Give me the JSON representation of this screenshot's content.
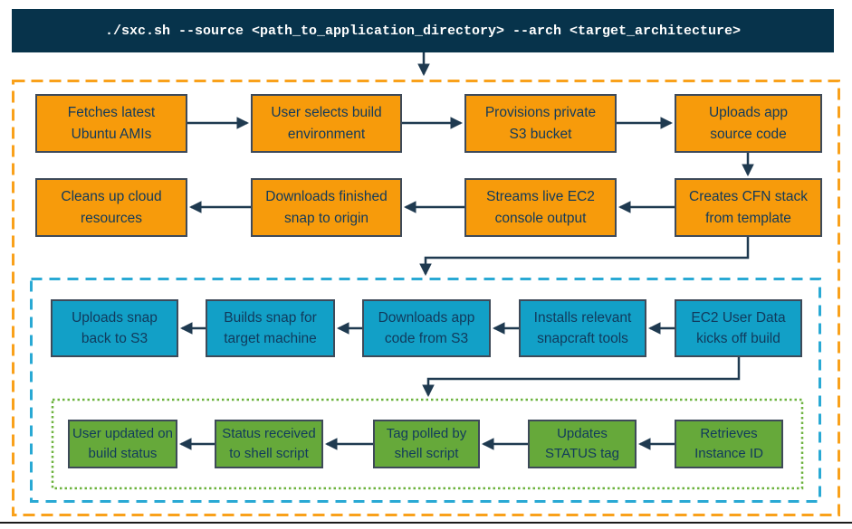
{
  "terminal": {
    "command": "./sxc.sh --source <path_to_application_directory> --arch <target_architecture>"
  },
  "flow": {
    "host_stage": [
      "Fetches latest\nUbuntu AMIs",
      "User selects build\nenvironment",
      "Provisions private\nS3 bucket",
      "Uploads app\nsource code",
      "Creates CFN stack\nfrom template",
      "Streams live EC2\nconsole output",
      "Downloads finished\nsnap to origin",
      "Cleans up cloud\nresources"
    ],
    "build_stage": [
      "EC2 User Data\nkicks off build",
      "Installs relevant\nsnapcraft tools",
      "Downloads app\ncode from S3",
      "Builds snap for\ntarget machine",
      "Uploads snap\nback to S3"
    ],
    "status_stage": [
      "Retrieves\nInstance ID",
      "Updates\nSTATUS tag",
      "Tag polled by\nshell script",
      "Status received\nto shell script",
      "User updated on\nbuild status"
    ]
  },
  "colors": {
    "terminal_bg": "#07334B",
    "host_stage_fill": "#F79B0B",
    "host_stage_dash": "#F9A11B",
    "build_stage_fill": "#12A0C7",
    "build_stage_dash": "#29A9D4",
    "status_stage_fill": "#66A93A",
    "status_stage_dash": "#6DB33F",
    "node_border": "#3E4A59",
    "node_text": "#113A5C",
    "connector": "#1F3A50"
  }
}
